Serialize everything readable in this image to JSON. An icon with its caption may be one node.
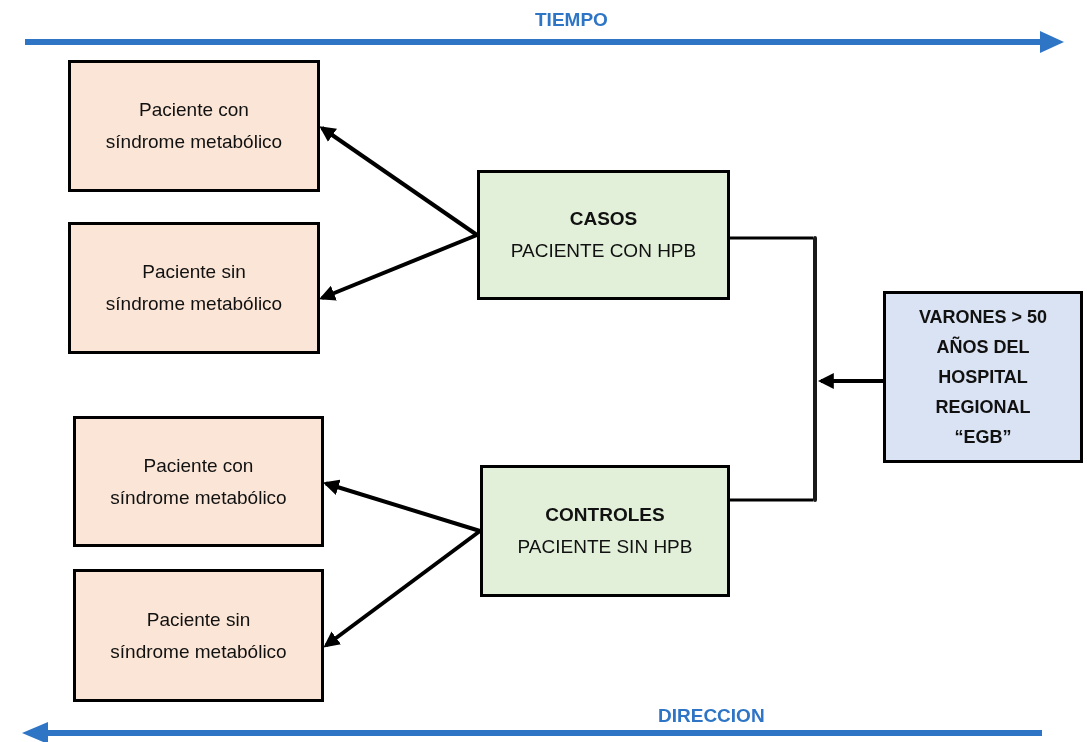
{
  "diagram": {
    "nodes": [
      {
        "text": [
          "Paciente con síndrome metabólico"
        ]
      },
      {
        "text": [
          "Paciente sin síndrome metabólico"
        ]
      },
      {
        "text": [
          "CASOS",
          "PACIENTE CON HPB"
        ]
      },
      {
        "text": [
          "Paciente con síndrome metabólico"
        ]
      },
      {
        "text": [
          "Paciente sin síndrome metabólico"
        ]
      },
      {
        "text": [
          "CONTROLES",
          "PACIENTE SIN HPB"
        ]
      },
      {
        "text": [
          "VARONES > 50 AÑOS DEL HOSPITAL REGIONAL “EGB”"
        ]
      },
      {
        "text": [],
        "shape": "bar"
      }
    ],
    "edges": [
      {
        "from": 6,
        "to": 7,
        "arrow": "to"
      },
      {
        "from": 7,
        "to": 2,
        "arrow": "none"
      },
      {
        "from": 7,
        "to": 5,
        "arrow": "none"
      },
      {
        "from": 2,
        "to": 0,
        "arrow": "to"
      },
      {
        "from": 2,
        "to": 1,
        "arrow": "to"
      },
      {
        "from": 5,
        "to": 3,
        "arrow": "to"
      },
      {
        "from": 5,
        "to": 4,
        "arrow": "to"
      }
    ],
    "labels": [
      "TIEMPO",
      "DIRECCION"
    ]
  }
}
